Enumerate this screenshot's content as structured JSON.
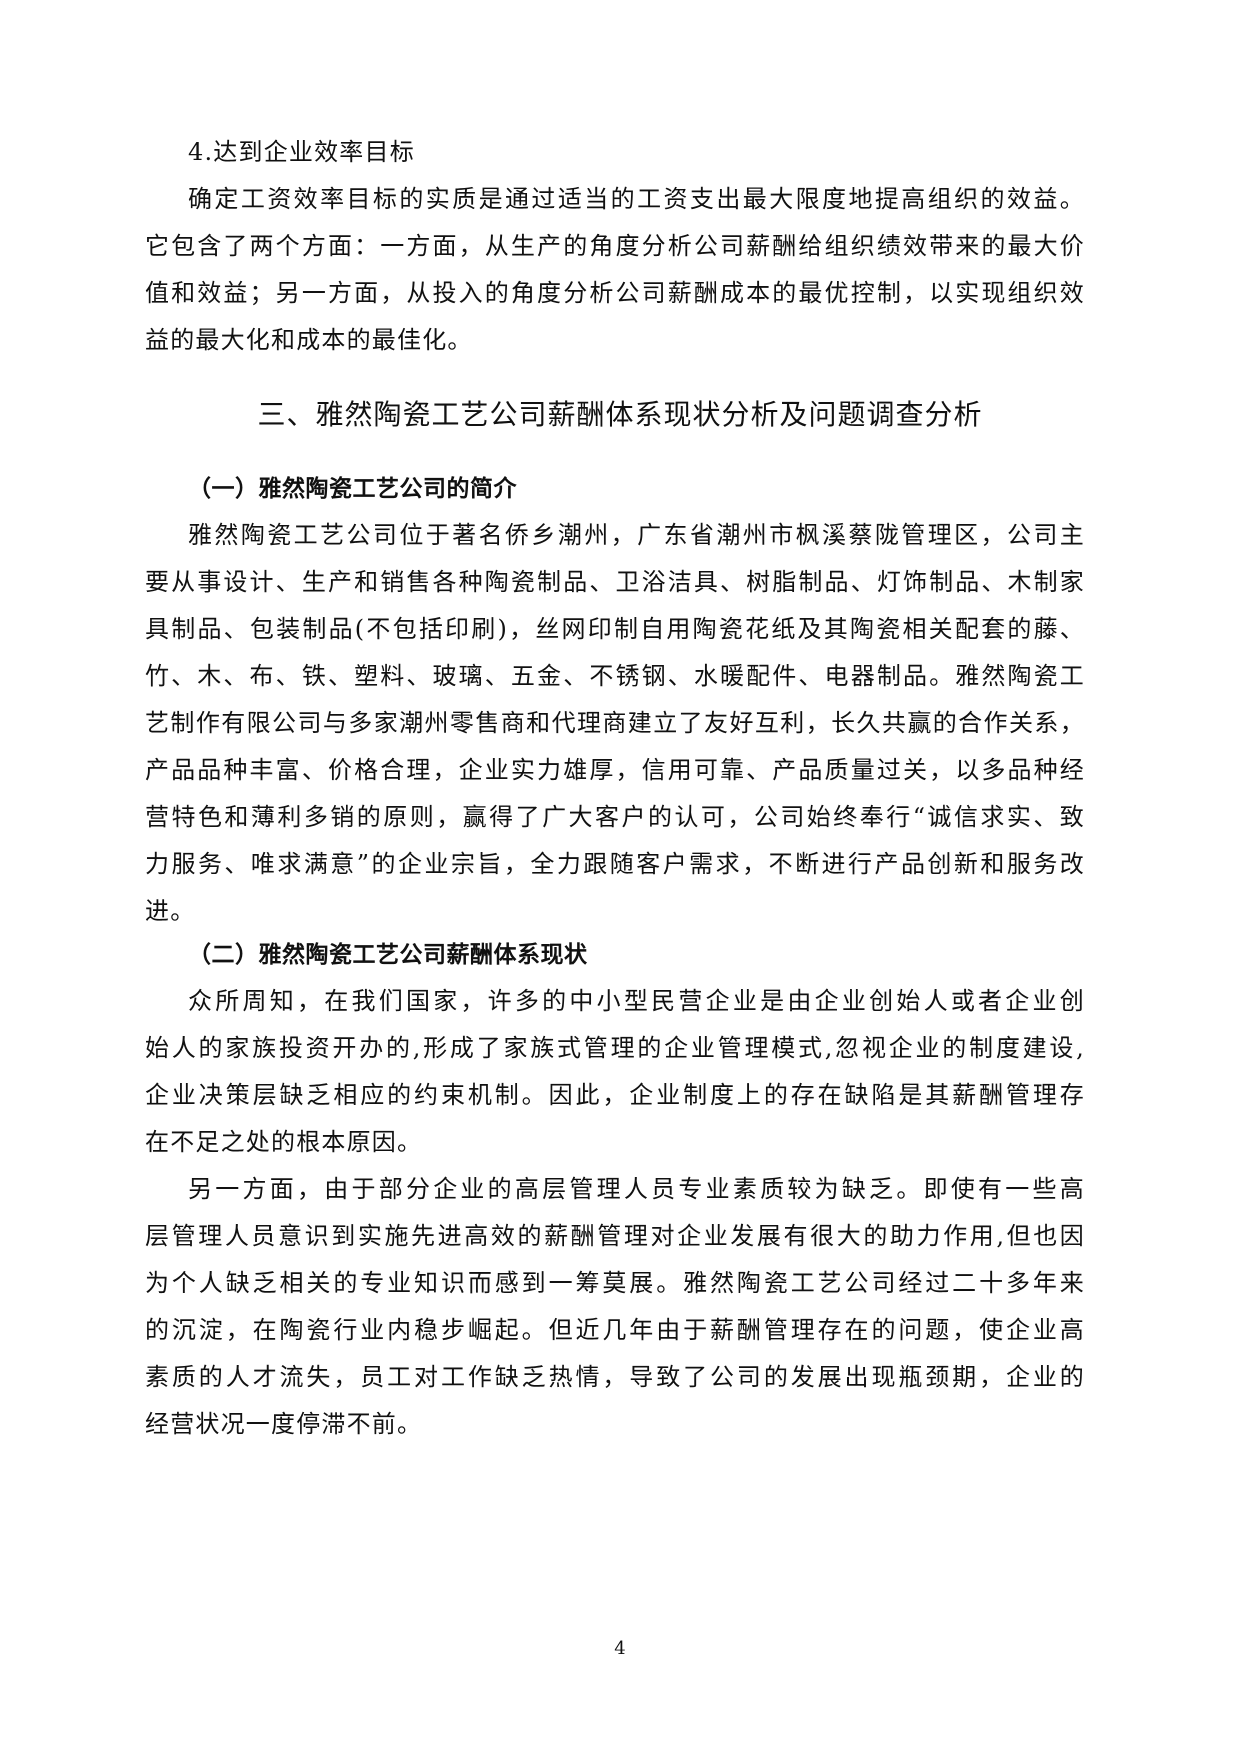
{
  "section4": {
    "heading": "4.达到企业效率目标",
    "paragraph_lines": [
      "确定工资效率目标的实质是通过适当的工资支出最大限度地提高组织的效益。",
      "它包含了两个方面：一方面，从生产的角度分析公司薪酬给组织绩效带来的最大价",
      "值和效益；另一方面，从投入的角度分析公司薪酬成本的最优控制，以实现组织效",
      "益的最大化和成本的最佳化。"
    ]
  },
  "chapter3": {
    "title": "三、雅然陶瓷工艺公司薪酬体系现状分析及问题调查分析",
    "sub1": {
      "heading": "（一）雅然陶瓷工艺公司的简介",
      "paragraph_lines": [
        "雅然陶瓷工艺公司位于著名侨乡潮州，广东省潮州市枫溪蔡陇管理区，公司主",
        "要从事设计、生产和销售各种陶瓷制品、卫浴洁具、树脂制品、灯饰制品、木制家",
        "具制品、包装制品(不包括印刷)，丝网印制自用陶瓷花纸及其陶瓷相关配套的藤、",
        "竹、木、布、铁、塑料、玻璃、五金、不锈钢、水暖配件、电器制品。雅然陶瓷工",
        "艺制作有限公司与多家潮州零售商和代理商建立了友好互利，长久共赢的合作关系，",
        "产品品种丰富、价格合理，企业实力雄厚，信用可靠、产品质量过关，以多品种经",
        "营特色和薄利多销的原则，赢得了广大客户的认可，公司始终奉行“诚信求实、致",
        "力服务、唯求满意”的企业宗旨，全力跟随客户需求，不断进行产品创新和服务改",
        "进。"
      ]
    },
    "sub2": {
      "heading": "（二）雅然陶瓷工艺公司薪酬体系现状",
      "paragraph1_lines": [
        "众所周知，在我们国家，许多的中小型民营企业是由企业创始人或者企业创",
        "始人的家族投资开办的,形成了家族式管理的企业管理模式,忽视企业的制度建设,",
        "企业决策层缺乏相应的约束机制。因此，企业制度上的存在缺陷是其薪酬管理存",
        "在不足之处的根本原因。"
      ],
      "paragraph2_lines": [
        "另一方面，由于部分企业的高层管理人员专业素质较为缺乏。即使有一些高",
        "层管理人员意识到实施先进高效的薪酬管理对企业发展有很大的助力作用,但也因",
        "为个人缺乏相关的专业知识而感到一筹莫展。雅然陶瓷工艺公司经过二十多年来",
        "的沉淀，在陶瓷行业内稳步崛起。但近几年由于薪酬管理存在的问题，使企业高",
        "素质的人才流失，员工对工作缺乏热情，导致了公司的发展出现瓶颈期，企业的",
        "经营状况一度停滞不前。"
      ]
    }
  },
  "footer": {
    "page_number": "4"
  }
}
